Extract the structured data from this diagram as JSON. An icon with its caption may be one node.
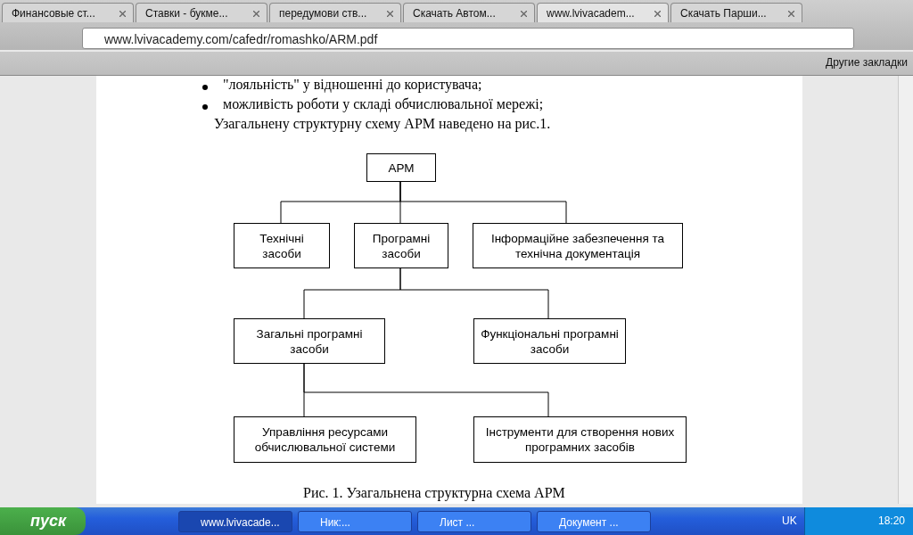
{
  "diagram": {
    "caption": "Рис. 1. Узагальнена структурна схема АРМ",
    "nodes": [
      {
        "text": [
          "АРМ"
        ]
      },
      {
        "text": [
          "Технічні засоби"
        ]
      },
      {
        "text": [
          "Програмні засоби"
        ]
      },
      {
        "text": [
          "Інформаційне забезпечення та технічна документація"
        ]
      },
      {
        "text": [
          "Загальні програмні засоби"
        ]
      },
      {
        "text": [
          "Функціональні програмні засоби"
        ]
      },
      {
        "text": [
          "Управління ресурсами обчислювальної системи"
        ]
      },
      {
        "text": [
          "Інструменти для створення нових програмних засобів"
        ]
      }
    ],
    "edges": [
      {
        "from": 0,
        "to": 1,
        "arrow": "none"
      },
      {
        "from": 0,
        "to": 2,
        "arrow": "none"
      },
      {
        "from": 0,
        "to": 3,
        "arrow": "none"
      },
      {
        "from": 2,
        "to": 4,
        "arrow": "none"
      },
      {
        "from": 2,
        "to": 5,
        "arrow": "none"
      },
      {
        "from": 4,
        "to": 6,
        "arrow": "none"
      },
      {
        "from": 4,
        "to": 7,
        "arrow": "none"
      }
    ],
    "labels": [
      "Финансовые ст...",
      "Ставки - букме...",
      "передумови ств...",
      "Скачать Автом...",
      "www.lvivacadem...",
      "Скачать Парши...",
      "www.lvivacademy.com/cafedr/romashko/ARM.pdf",
      "Другие закладки",
      "\"лояльність\" у відношенні до користувача;",
      "можливість роботи у складі обчислювальної мережі;",
      "Узагальнену структурну схему АРМ наведено на рис.1.",
      "пуск",
      "www.lvivacade...",
      "Ник:...",
      "Лист ...",
      "Документ ...",
      "UK",
      "18:20"
    ]
  }
}
